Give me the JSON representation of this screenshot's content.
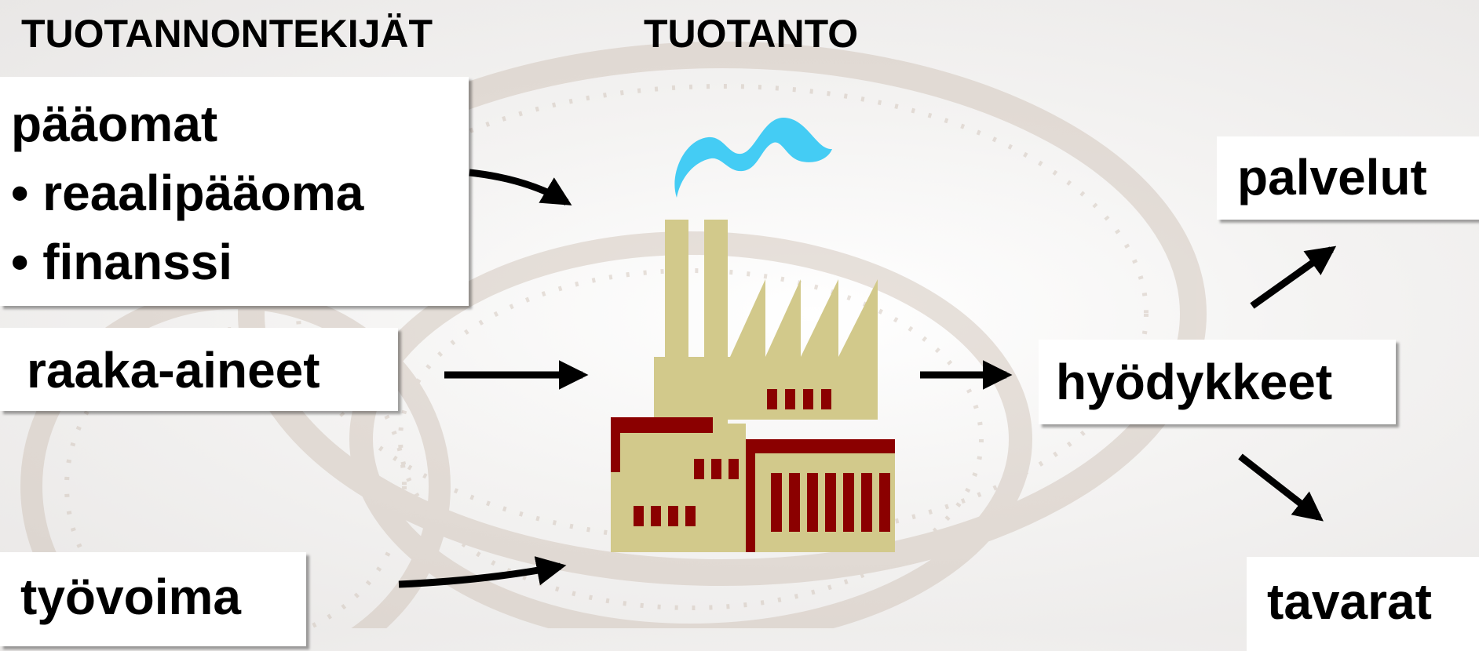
{
  "headings": {
    "factors": "TUOTANNONTEKIJÄT",
    "production": "TUOTANTO"
  },
  "capital": {
    "title": "pääomat",
    "items": [
      "• reaalipääoma",
      "• finanssi"
    ]
  },
  "raw_materials": "raaka-aineet",
  "labor": "työvoima",
  "goods": "hyödykkeet",
  "services": "palvelut",
  "products": "tavarat",
  "colors": {
    "factory_body": "#d2c98b",
    "factory_trim": "#8b0000",
    "smoke": "#44ccf4",
    "arrow": "#000000",
    "box": "#ffffff"
  },
  "icons": [
    "factory-icon",
    "smoke-icon",
    "arrow-icon"
  ]
}
